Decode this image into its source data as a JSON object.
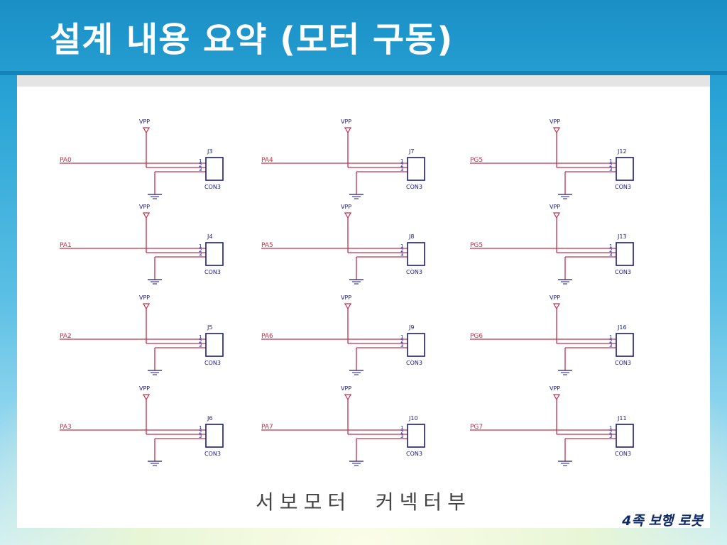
{
  "title": "설계 내용 요약 (모터 구동)",
  "schematic": {
    "caption": "서보모터  커넥터부",
    "supply_label": "VPP",
    "connector_type": "CON3",
    "pin_numbers": [
      "1",
      "2",
      "3"
    ],
    "colors": {
      "wire": "#c0304a",
      "component": "#1a1a80"
    },
    "columns": [
      [
        {
          "net": "PA0",
          "ref": "J3"
        },
        {
          "net": "PA1",
          "ref": "J4"
        },
        {
          "net": "PA2",
          "ref": "J5"
        },
        {
          "net": "PA3",
          "ref": "J6"
        }
      ],
      [
        {
          "net": "PA4",
          "ref": "J7"
        },
        {
          "net": "PA5",
          "ref": "J8"
        },
        {
          "net": "PA6",
          "ref": "J9"
        },
        {
          "net": "PA7",
          "ref": "J10"
        }
      ],
      [
        {
          "net": "PG5",
          "ref": "J12"
        },
        {
          "net": "PG5",
          "ref": "J13"
        },
        {
          "net": "PG6",
          "ref": "J16"
        },
        {
          "net": "PG7",
          "ref": "J11"
        }
      ]
    ]
  },
  "footer": "4족 보행 로봇"
}
